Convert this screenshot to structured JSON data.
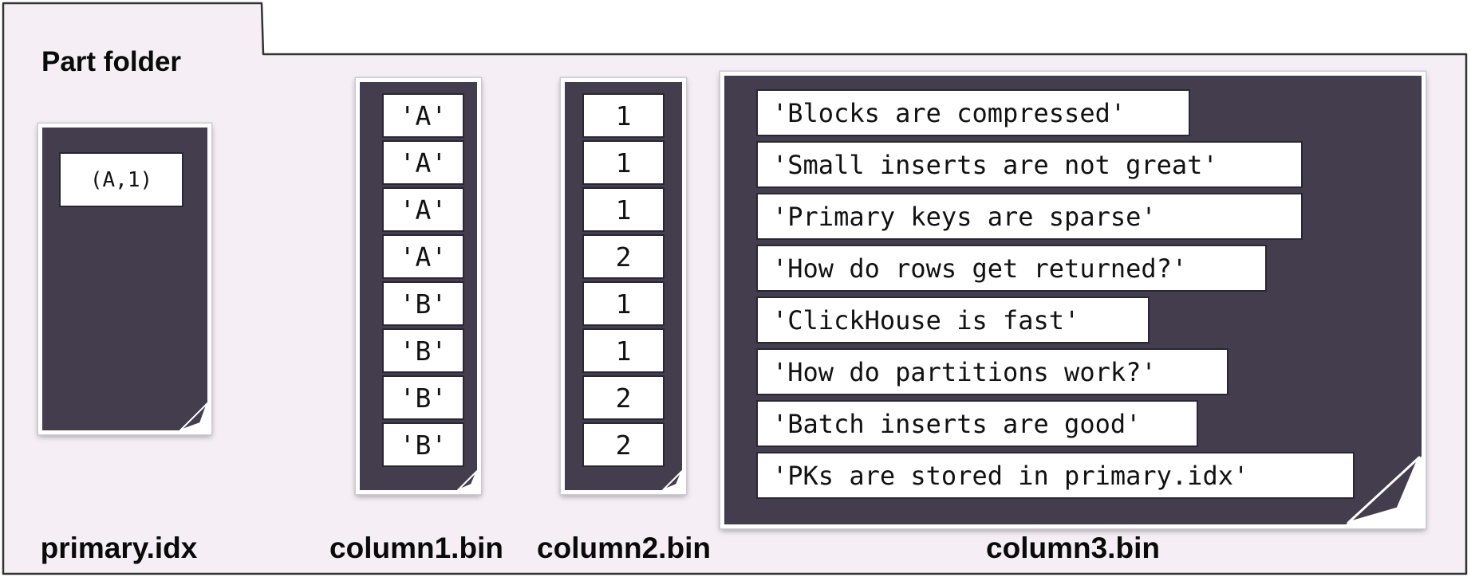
{
  "folder": {
    "title": "Part folder",
    "background": "#f5eff5",
    "outline": "#333333"
  },
  "file_style": {
    "fill": "#433d4d",
    "cell_fill": "#ffffff"
  },
  "files": {
    "primary_idx": {
      "label": "primary.idx",
      "entries": [
        "(A,1)"
      ]
    },
    "column1": {
      "label": "column1.bin",
      "values": [
        "'A'",
        "'A'",
        "'A'",
        "'A'",
        "'B'",
        "'B'",
        "'B'",
        "'B'"
      ]
    },
    "column2": {
      "label": "column2.bin",
      "values": [
        "1",
        "1",
        "1",
        "2",
        "1",
        "1",
        "2",
        "2"
      ]
    },
    "column3": {
      "label": "column3.bin",
      "values": [
        "'Blocks are compressed'",
        "'Small inserts are not great'",
        "'Primary keys are sparse'",
        "'How do rows get returned?'",
        "'ClickHouse is fast'",
        "'How do partitions work?'",
        "'Batch inserts are good'",
        "'PKs are stored in primary.idx'"
      ]
    }
  }
}
